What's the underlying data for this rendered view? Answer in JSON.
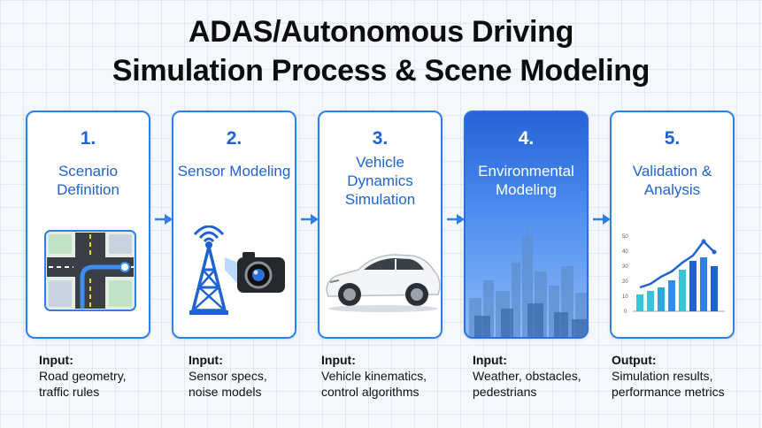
{
  "title": {
    "line1": "ADAS/Autonomous Driving",
    "line2": "Simulation Process & Scene Modeling"
  },
  "colors": {
    "accent": "#2f7fe8",
    "text_blue": "#1f63d3",
    "highlight_top": "#2463d6",
    "highlight_bottom": "#8fbaf5"
  },
  "steps": [
    {
      "number": "1.",
      "label": "Scenario Definition",
      "icon": "road-map-icon",
      "io_heading": "Input:",
      "io_text": "Road geometry,\ntraffic rules"
    },
    {
      "number": "2.",
      "label": "Sensor Modeling",
      "icon": "radio-tower-camera-icon",
      "io_heading": "Input:",
      "io_text": "Sensor specs,\nnoise models"
    },
    {
      "number": "3.",
      "label": "Vehicle Dynamics Simulation",
      "icon": "car-icon",
      "io_heading": "Input:",
      "io_text": "Vehicle kinematics,\ncontrol algorithms"
    },
    {
      "number": "4.",
      "label": "Environmental Modeling",
      "icon": "city-skyline-icon",
      "io_heading": "Input:",
      "io_text": "Weather, obstacles,\npedestrians"
    },
    {
      "number": "5.",
      "label": "Validation & Analysis",
      "icon": "bar-chart-icon",
      "io_heading": "Output:",
      "io_text": "Simulation results,\nperformance metrics"
    }
  ],
  "mini_chart": {
    "y_ticks": [
      "50",
      "40",
      "30",
      "20",
      "10",
      "0"
    ]
  }
}
